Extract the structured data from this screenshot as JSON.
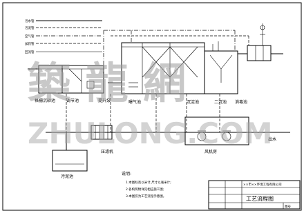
{
  "legend": {
    "items": [
      "污水管",
      "污泥管",
      "空气管",
      "加药管",
      "回流管"
    ]
  },
  "units": {
    "grit_chamber": "格栅沉砂池",
    "regulating_tank": "调节池",
    "lift_pump": "提升泵",
    "aeration_tank": "曝气池",
    "sed_tank": "沉淀池",
    "second_tank": "二沉池",
    "disinfection": "消毒池",
    "filter_press": "压滤机",
    "sludge_tank": "污泥池",
    "blower": "风机房",
    "outlet": "出水"
  },
  "watermark": {
    "cn": "築 龍 網",
    "en": "ZHULONG.COM"
  },
  "notes": {
    "heading": "说明:",
    "lines": [
      "1.本图标高以米计,尺寸以毫米计;",
      "2.各构筑物详见相应施工图;",
      "3.本图仅为工艺流程示意图。"
    ]
  },
  "title_block": {
    "company": "××市××环境工程有限公司",
    "drawing_title": "工艺流程图",
    "drawing_no": "图号"
  }
}
